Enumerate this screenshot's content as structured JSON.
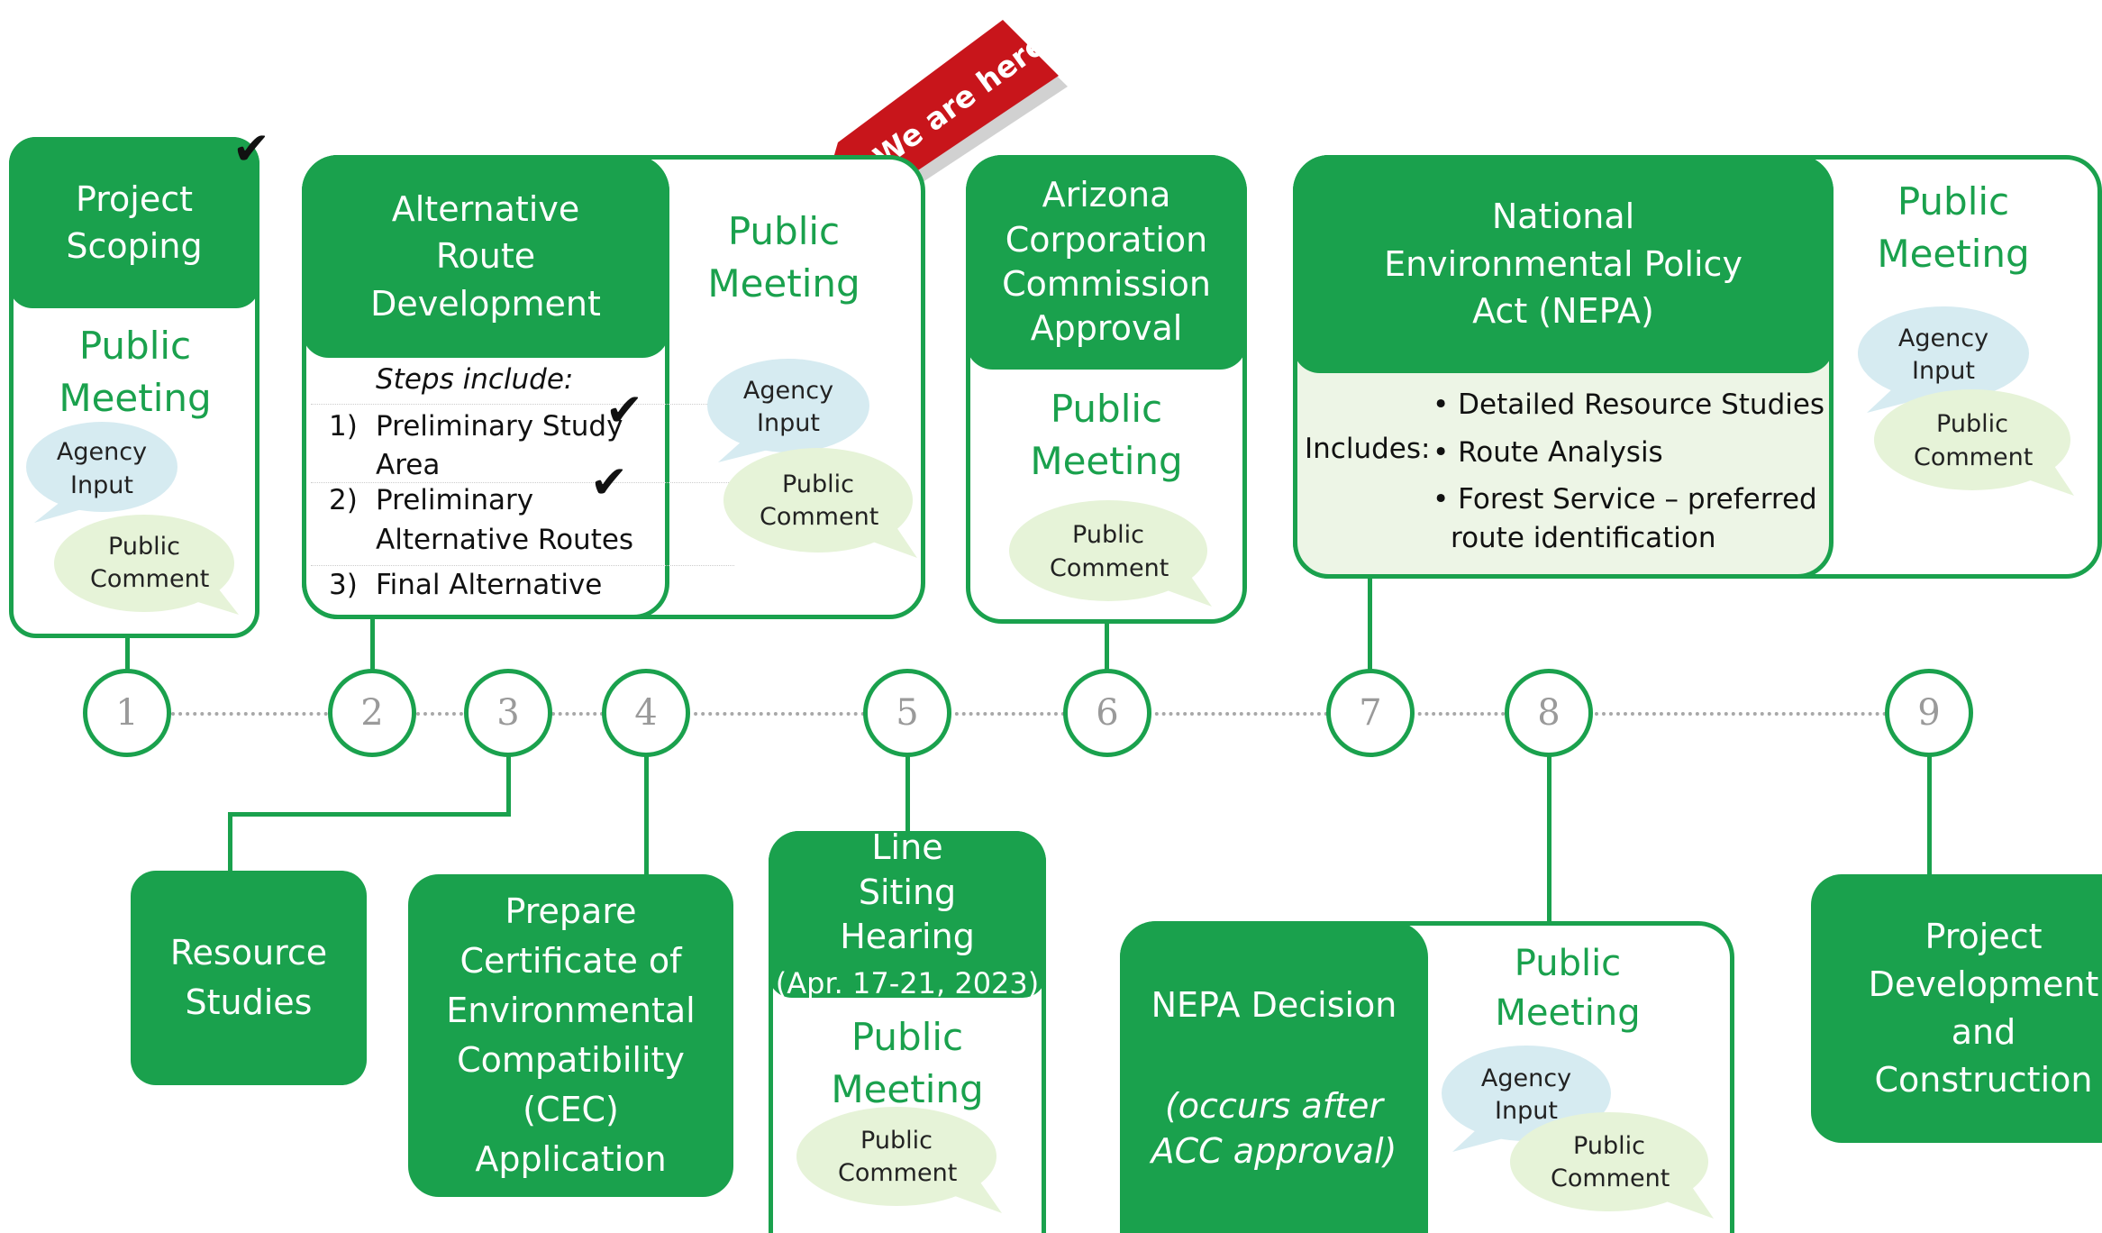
{
  "colors": {
    "green": "#1aa14d",
    "light_green": "#e6f3d8",
    "light_blue": "#d6ebf1",
    "banner_red": "#c8151b"
  },
  "banner": {
    "text": "We are here"
  },
  "steps": [
    {
      "num": "1",
      "title": "Project Scoping",
      "public_meeting": "Public Meeting",
      "agency": "Agency Input",
      "comment": "Public Comment"
    },
    {
      "num": "2",
      "title": "Alternative Route Development",
      "steps_heading": "Steps include:",
      "items": [
        {
          "n": "1)",
          "line1": "Preliminary Study",
          "line2": "Area"
        },
        {
          "n": "2)",
          "line1": "Preliminary",
          "line2": "Alternative Routes"
        },
        {
          "n": "3)",
          "line1": "Final Alternative",
          "line2": ""
        }
      ],
      "public_meeting": "Public Meeting",
      "agency": "Agency Input",
      "comment": "Public Comment"
    },
    {
      "num": "3",
      "title": "Resource Studies"
    },
    {
      "num": "4",
      "title": "Prepare Certificate of Environmental Compatibility (CEC) Application"
    },
    {
      "num": "5",
      "title": "Line Siting Hearing",
      "subtitle": "(Apr. 17-21, 2023)",
      "public_meeting": "Public Meeting",
      "comment": "Public Comment"
    },
    {
      "num": "6",
      "title": "Arizona Corporation Commission Approval",
      "public_meeting": "Public Meeting",
      "comment": "Public Comment"
    },
    {
      "num": "7",
      "title": "National Environmental Policy Act (NEPA)",
      "includes_label": "Includes:",
      "items": [
        "Detailed Resource Studies",
        "Route Analysis",
        "Forest Service – preferred route identification"
      ],
      "public_meeting": "Public Meeting",
      "agency": "Agency Input",
      "comment": "Public Comment"
    },
    {
      "num": "8",
      "title": "NEPA Decision",
      "note": "(occurs after ACC approval)",
      "public_meeting": "Public Meeting",
      "agency": "Agency Input",
      "comment": "Public Comment"
    },
    {
      "num": "9",
      "title": "Project Development and Construction"
    }
  ]
}
